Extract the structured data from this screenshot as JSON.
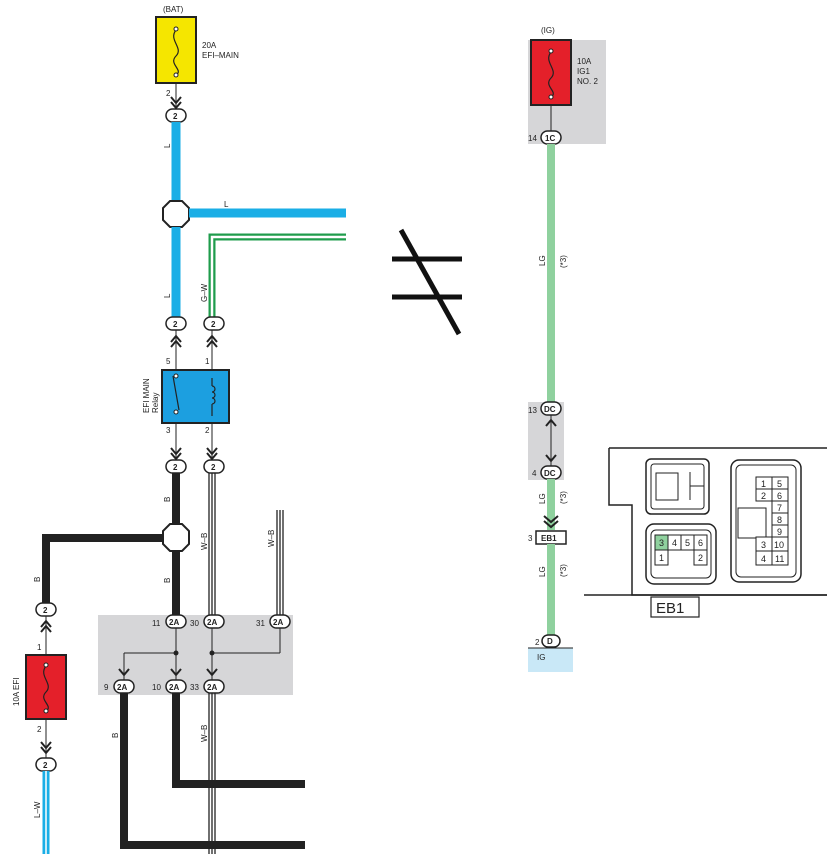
{
  "colors": {
    "wire_L": "#1aaee6",
    "wire_LG": "#8fd19e",
    "wire_GW": "#1f9c4c",
    "wire_B": "#222222",
    "fuse_yellow": "#f5e600",
    "fuse_red": "#e4202a",
    "relay_blue": "#1c9fe0",
    "junction_gray": "#d6d6d8",
    "ig_box": "#c9e8f7"
  },
  "left": {
    "bat_label": "(BAT)",
    "efi_main_fuse": {
      "rating": "20A",
      "name": "EFI–MAIN",
      "pin": "2",
      "connector": "2"
    },
    "wire_top": "L",
    "wire_branch": "L",
    "wire_down": "L",
    "wire_gw": "G–W",
    "relay_conn_left": "2",
    "relay_conn_right": "2",
    "relay": {
      "name_line1": "EFI MAIN",
      "name_line2": "Relay",
      "pin5": "5",
      "pin1": "1",
      "pin3": "3",
      "pin2": "2"
    },
    "relay_out_left": "2",
    "relay_out_right": "2",
    "wire_b1": "B",
    "wire_wb1": "W–B",
    "wire_wb2": "W–B",
    "wire_b_left": "B",
    "efi_fuse": {
      "conn_top": "2",
      "pin_top": "1",
      "rating_name": "10A EFI",
      "pin_bottom": "2",
      "conn_bottom": "2"
    },
    "wire_lw": "L–W",
    "junction": {
      "in": [
        {
          "pin": "11",
          "conn": "2A"
        },
        {
          "pin": "30",
          "conn": "2A"
        },
        {
          "pin": "31",
          "conn": "2A"
        }
      ],
      "out": [
        {
          "pin": "9",
          "conn": "2A"
        },
        {
          "pin": "10",
          "conn": "2A"
        },
        {
          "pin": "33",
          "conn": "2A"
        }
      ]
    },
    "wire_b2": "B",
    "wire_b3": "B",
    "wire_wb3": "W–B"
  },
  "right": {
    "ig_label": "(IG)",
    "ig1_fuse": {
      "rating": "10A",
      "name": "IG1",
      "name2": "NO. 2",
      "pin": "14",
      "conn": "1C"
    },
    "wire1": "LG",
    "wire1_note": "(*3)",
    "dc_top": {
      "pin": "13",
      "conn": "DC"
    },
    "dc_bottom": {
      "pin": "4",
      "conn": "DC"
    },
    "wire2": "LG",
    "wire2_note": "(*3)",
    "eb1": {
      "pin": "3",
      "conn": "EB1"
    },
    "wire3": "LG",
    "wire3_note": "(*3)",
    "d_conn": {
      "pin": "2",
      "conn": "D"
    },
    "ig_box_label": "IG"
  },
  "connector_view": {
    "label": "EB1",
    "right_pins": [
      "1",
      "5",
      "2",
      "6",
      "7",
      "8",
      "9",
      "3",
      "10",
      "4",
      "11"
    ],
    "left_pins": [
      "3",
      "4",
      "5",
      "6",
      "1",
      "2"
    ]
  }
}
